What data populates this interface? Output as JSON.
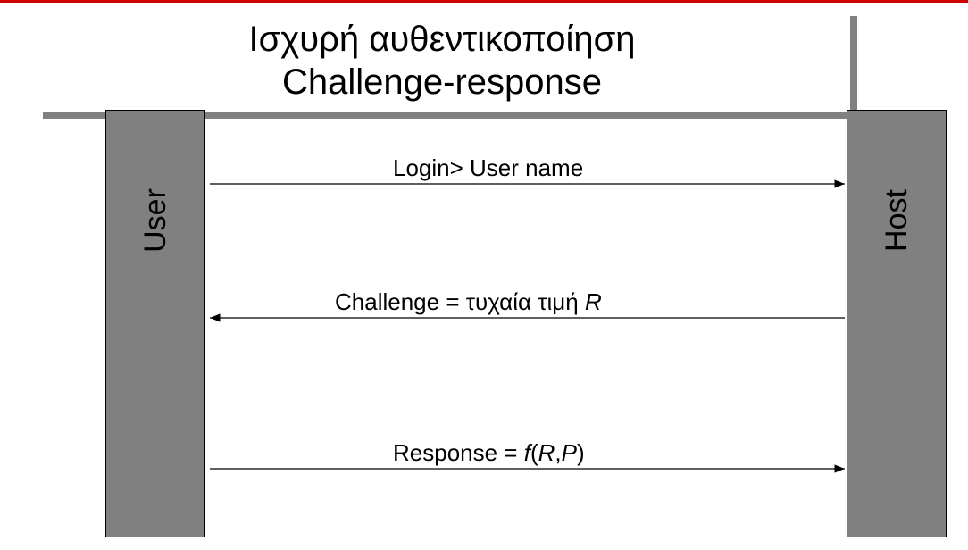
{
  "slide": {
    "title_line1": "Ισχυρή αυθεντικοποίηση",
    "title_line2": "Challenge-response"
  },
  "lanes": {
    "user_label": "User",
    "host_label": "Host"
  },
  "messages": [
    {
      "text": "Login>  User name",
      "direction": "user-to-host"
    },
    {
      "text_prefix": "Challenge = τυχαία τιμή ",
      "text_var": "R",
      "direction": "host-to-user"
    },
    {
      "text_prefix": "Response = ",
      "fn": "f",
      "paren_open": "(",
      "arg1": "R",
      "comma": ",",
      "arg2": "P",
      "paren_close": ")",
      "direction": "user-to-host"
    }
  ],
  "colors": {
    "accent_rule": "#cc0000",
    "bar": "#808080",
    "lane_fill": "#808080",
    "text": "#000000"
  }
}
